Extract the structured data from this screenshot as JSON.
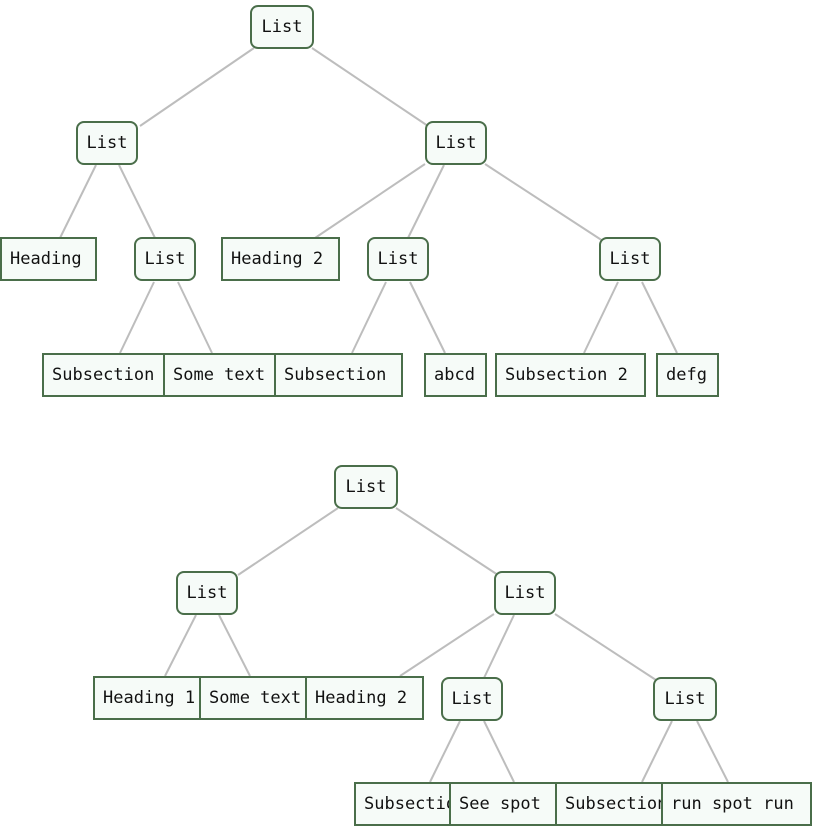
{
  "tree1": {
    "root": "List",
    "left": "List",
    "right": "List",
    "heading": "Heading",
    "left_list": "List",
    "subsection_a": "Subsection",
    "some_text": "Some text",
    "heading2": "Heading 2",
    "mid_list": "List",
    "subsection_b": "Subsection",
    "abcd": "abcd",
    "right_list": "List",
    "subsection2": "Subsection 2",
    "defg": "defg"
  },
  "tree2": {
    "root": "List",
    "left": "List",
    "right": "List",
    "heading1": "Heading 1",
    "some_text": "Some text",
    "heading2": "Heading 2",
    "mid_list": "List",
    "right_list": "List",
    "subsection_a": "Subsection",
    "see_spot": "See spot",
    "subsection_b": "Subsection",
    "run_spot_run": "run spot run"
  }
}
